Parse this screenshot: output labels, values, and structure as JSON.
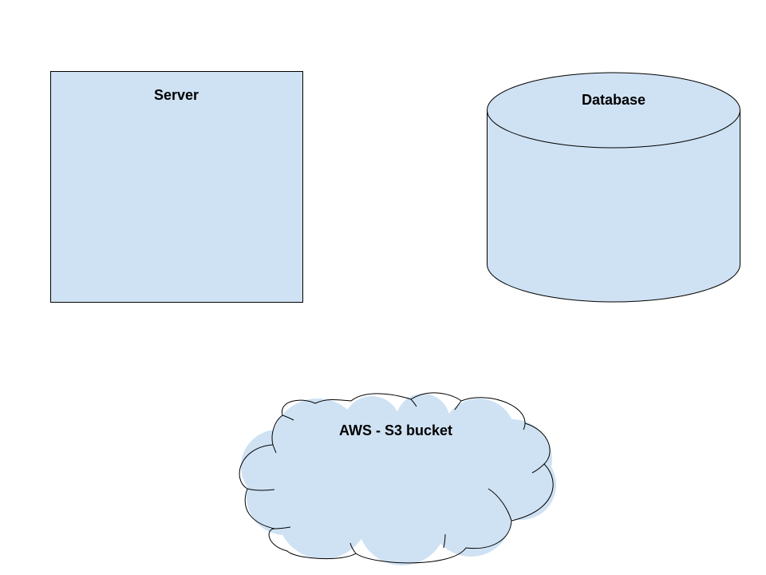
{
  "diagram": {
    "fill_color": "#cfe2f3",
    "stroke_color": "#000000",
    "background_color": "#ffffff",
    "nodes": [
      {
        "id": "server",
        "shape": "rectangle",
        "label": "Server"
      },
      {
        "id": "database",
        "shape": "cylinder",
        "label": "Database"
      },
      {
        "id": "s3",
        "shape": "cloud",
        "label": "AWS - S3 bucket"
      }
    ]
  }
}
